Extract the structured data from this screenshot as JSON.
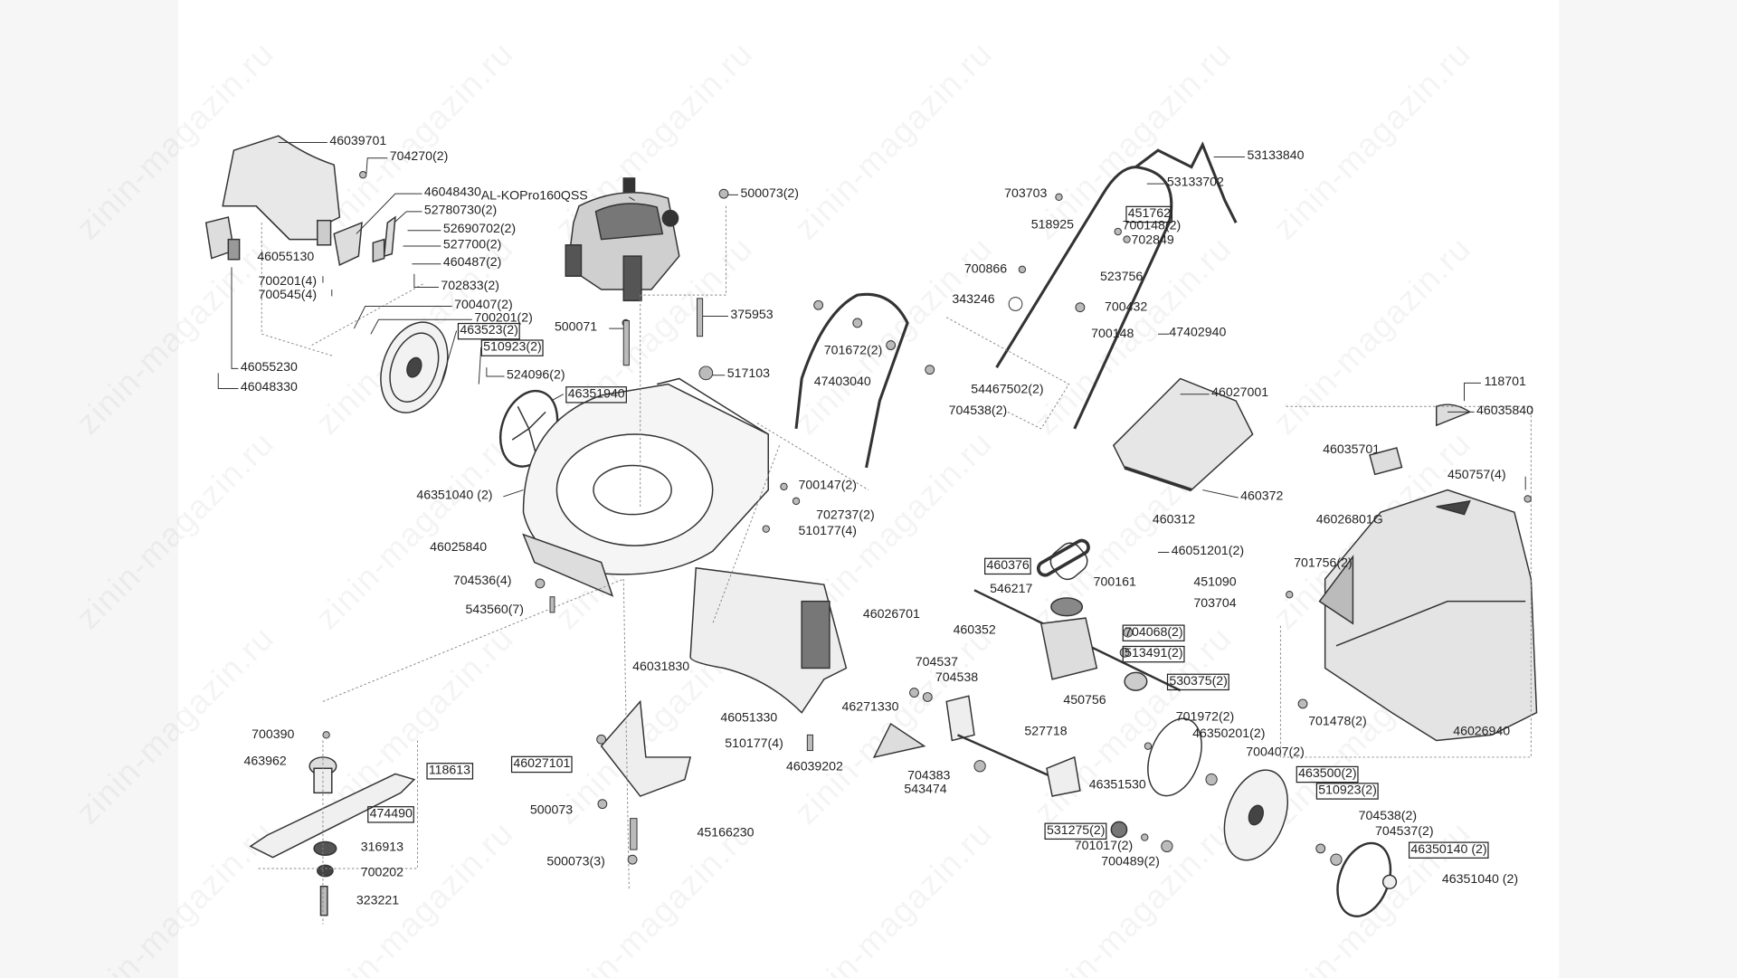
{
  "watermark": "zinin-magazin.ru",
  "labels": [
    {
      "text": "46039701"
    },
    {
      "text": "704270(2)"
    },
    {
      "text": "46048430"
    },
    {
      "text": "AL-KOPro160QSS"
    },
    {
      "text": "500073(2)"
    },
    {
      "text": "52780730(2)"
    },
    {
      "text": "52690702(2)"
    },
    {
      "text": "527700(2)"
    },
    {
      "text": "46055130"
    },
    {
      "text": "460487(2)"
    },
    {
      "text": "700201(4)"
    },
    {
      "text": "702833(2)"
    },
    {
      "text": "700545(4)"
    },
    {
      "text": "700407(2)"
    },
    {
      "text": "700201(2)"
    },
    {
      "text": "463523(2)",
      "boxed": true
    },
    {
      "text": "510923(2)",
      "boxed": true
    },
    {
      "text": "500071"
    },
    {
      "text": "375953"
    },
    {
      "text": "46055230"
    },
    {
      "text": "524096(2)"
    },
    {
      "text": "46351940",
      "boxed": true
    },
    {
      "text": "517103"
    },
    {
      "text": "46048330"
    },
    {
      "text": "46351040 (2)"
    },
    {
      "text": "703703"
    },
    {
      "text": "53133840"
    },
    {
      "text": "53133702"
    },
    {
      "text": "451762",
      "boxed": true
    },
    {
      "text": "518925"
    },
    {
      "text": "700148(2)"
    },
    {
      "text": "702849"
    },
    {
      "text": "700866"
    },
    {
      "text": "523756"
    },
    {
      "text": "343246"
    },
    {
      "text": "700432"
    },
    {
      "text": "700148"
    },
    {
      "text": "47402940"
    },
    {
      "text": "701672(2)"
    },
    {
      "text": "47403040"
    },
    {
      "text": "54467502(2)"
    },
    {
      "text": "704538(2)"
    },
    {
      "text": "46027001"
    },
    {
      "text": "118701"
    },
    {
      "text": "46035840"
    },
    {
      "text": "46035701"
    },
    {
      "text": "450757(4)"
    },
    {
      "text": "700147(2)"
    },
    {
      "text": "460372"
    },
    {
      "text": "702737(2)"
    },
    {
      "text": "460312"
    },
    {
      "text": "46026801G"
    },
    {
      "text": "510177(4)"
    },
    {
      "text": "46025840"
    },
    {
      "text": "46051201(2)"
    },
    {
      "text": "460376",
      "boxed": true
    },
    {
      "text": "701756(2)"
    },
    {
      "text": "700161"
    },
    {
      "text": "451090"
    },
    {
      "text": "704536(4)"
    },
    {
      "text": "546217"
    },
    {
      "text": "703704"
    },
    {
      "text": "46026701"
    },
    {
      "text": "543560(7)"
    },
    {
      "text": "460352"
    },
    {
      "text": "704068(2)",
      "boxed": true
    },
    {
      "text": "513491(2)",
      "boxed": true
    },
    {
      "text": "46031830"
    },
    {
      "text": "704537"
    },
    {
      "text": "704538"
    },
    {
      "text": "530375(2)",
      "boxed": true
    },
    {
      "text": "450756"
    },
    {
      "text": "46051330"
    },
    {
      "text": "46271330"
    },
    {
      "text": "701972(2)"
    },
    {
      "text": "700390"
    },
    {
      "text": "527718"
    },
    {
      "text": "46350201(2)"
    },
    {
      "text": "510177(4)"
    },
    {
      "text": "463962"
    },
    {
      "text": "700407(2)"
    },
    {
      "text": "46027101",
      "boxed": true
    },
    {
      "text": "46039202"
    },
    {
      "text": "118613",
      "boxed": true
    },
    {
      "text": "704383"
    },
    {
      "text": "463500(2)",
      "boxed": true
    },
    {
      "text": "46351530"
    },
    {
      "text": "543474"
    },
    {
      "text": "510923(2)",
      "boxed": true
    },
    {
      "text": "474490",
      "boxed": true
    },
    {
      "text": "500073"
    },
    {
      "text": "704538(2)"
    },
    {
      "text": "531275(2)",
      "boxed": true
    },
    {
      "text": "704537(2)"
    },
    {
      "text": "45166230"
    },
    {
      "text": "316913"
    },
    {
      "text": "701017(2)"
    },
    {
      "text": "46350140 (2)",
      "boxed": true
    },
    {
      "text": "700202"
    },
    {
      "text": "700489(2)"
    },
    {
      "text": "500073(3)"
    },
    {
      "text": "46351040 (2)"
    },
    {
      "text": "323221"
    },
    {
      "text": "701478(2)"
    },
    {
      "text": "46026940"
    }
  ]
}
